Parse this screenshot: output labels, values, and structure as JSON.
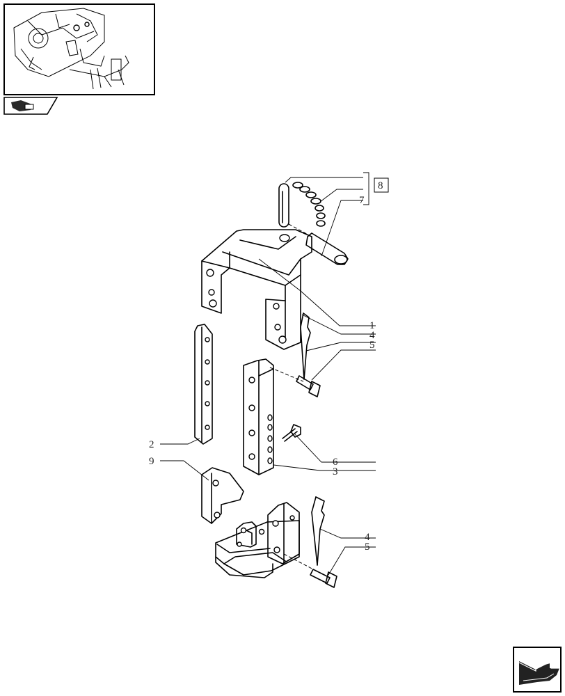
{
  "callouts": {
    "c1": "1",
    "c4a": "4",
    "c5a": "5",
    "c6": "6",
    "c3": "3",
    "c2": "2",
    "c9": "9",
    "c4b": "4",
    "c5b": "5",
    "c7": "7",
    "c8": "8"
  },
  "icons": {
    "thumbnail": "tractor-rear-hitch-thumbnail-icon",
    "tab": "component-book-icon",
    "nav": "next-page-arrow-icon"
  },
  "colors": {
    "ink": "#000000",
    "background": "#ffffff"
  }
}
